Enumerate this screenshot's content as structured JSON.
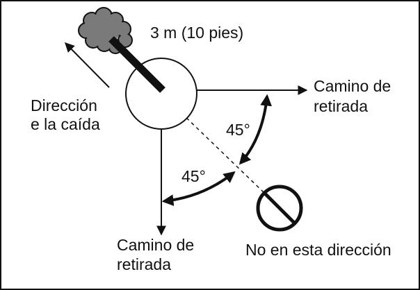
{
  "labels": {
    "distance": "3 m (10 pies)",
    "fall_direction": [
      "Dirección",
      "e la caída"
    ],
    "retreat_right": [
      "Camino de",
      "retirada"
    ],
    "retreat_down": [
      "Camino de",
      "retirada"
    ],
    "angle_upper": "45°",
    "angle_lower": "45°",
    "not_this_way": "No en esta dirección"
  },
  "colors": {
    "ink": "#111111",
    "foliage": "#7a7a7a",
    "background": "#ffffff"
  },
  "icons": {
    "tree": "tree-icon",
    "prohibited": "prohibited-icon"
  }
}
